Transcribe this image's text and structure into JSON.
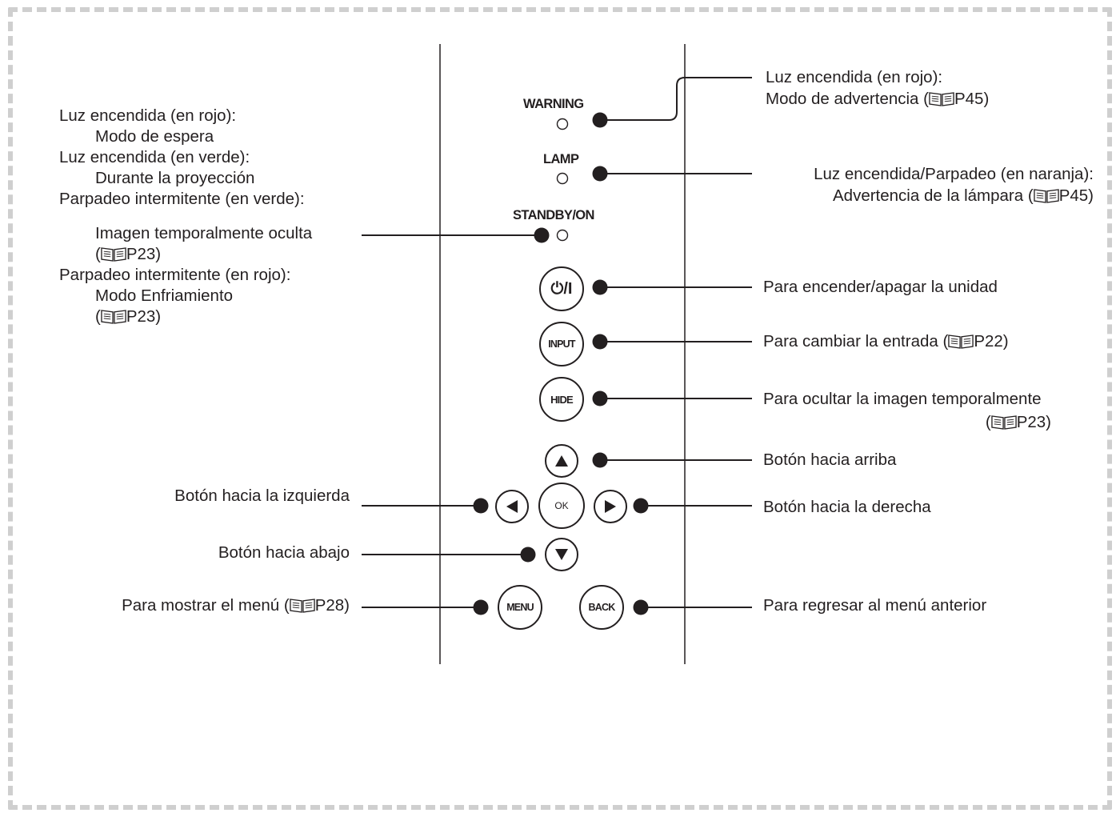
{
  "indicators": {
    "warning": "WARNING",
    "lamp": "LAMP",
    "standby": "STANDBY/ON"
  },
  "buttons": {
    "power": "⏻/I",
    "input": "INPUT",
    "hide": "HIDE",
    "ok": "OK",
    "menu": "MENU",
    "back": "BACK"
  },
  "left_labels": {
    "standby_l1": "Luz encendida (en rojo):",
    "standby_l2": "Modo de espera",
    "standby_l3": "Luz encendida (en verde):",
    "standby_l4": "Durante la proyección",
    "standby_l5": "Parpadeo intermitente (en verde):",
    "standby_l6": "Imagen temporalmente oculta",
    "standby_l7": "(",
    "standby_l7_page": "P23)",
    "standby_l8": "Parpadeo intermitente (en rojo):",
    "standby_l9": "Modo Enfriamiento",
    "standby_l10": "(",
    "standby_l10_page": "P23)",
    "left_button": "Botón hacia la izquierda",
    "down_button": "Botón hacia abajo",
    "menu": "Para mostrar el menú (",
    "menu_page": "P28)"
  },
  "right_labels": {
    "warning_l1": "Luz encendida (en rojo):",
    "warning_l2": "Modo de advertencia (",
    "warning_l2_page": "P45)",
    "lamp_l1": "Luz encendida/Parpadeo (en naranja):",
    "lamp_l2": "Advertencia de la lámpara (",
    "lamp_l2_page": "P45)",
    "power": "Para encender/apagar la unidad",
    "input": "Para cambiar la entrada (",
    "input_page": "P22)",
    "hide_l1": "Para ocultar la imagen temporalmente",
    "hide_l2": "(",
    "hide_l2_page": "P23)",
    "up_button": "Botón hacia arriba",
    "right_button": "Botón hacia la derecha",
    "back": "Para regresar al menú anterior"
  },
  "icons": {
    "manual_reference": "open-book-icon"
  }
}
